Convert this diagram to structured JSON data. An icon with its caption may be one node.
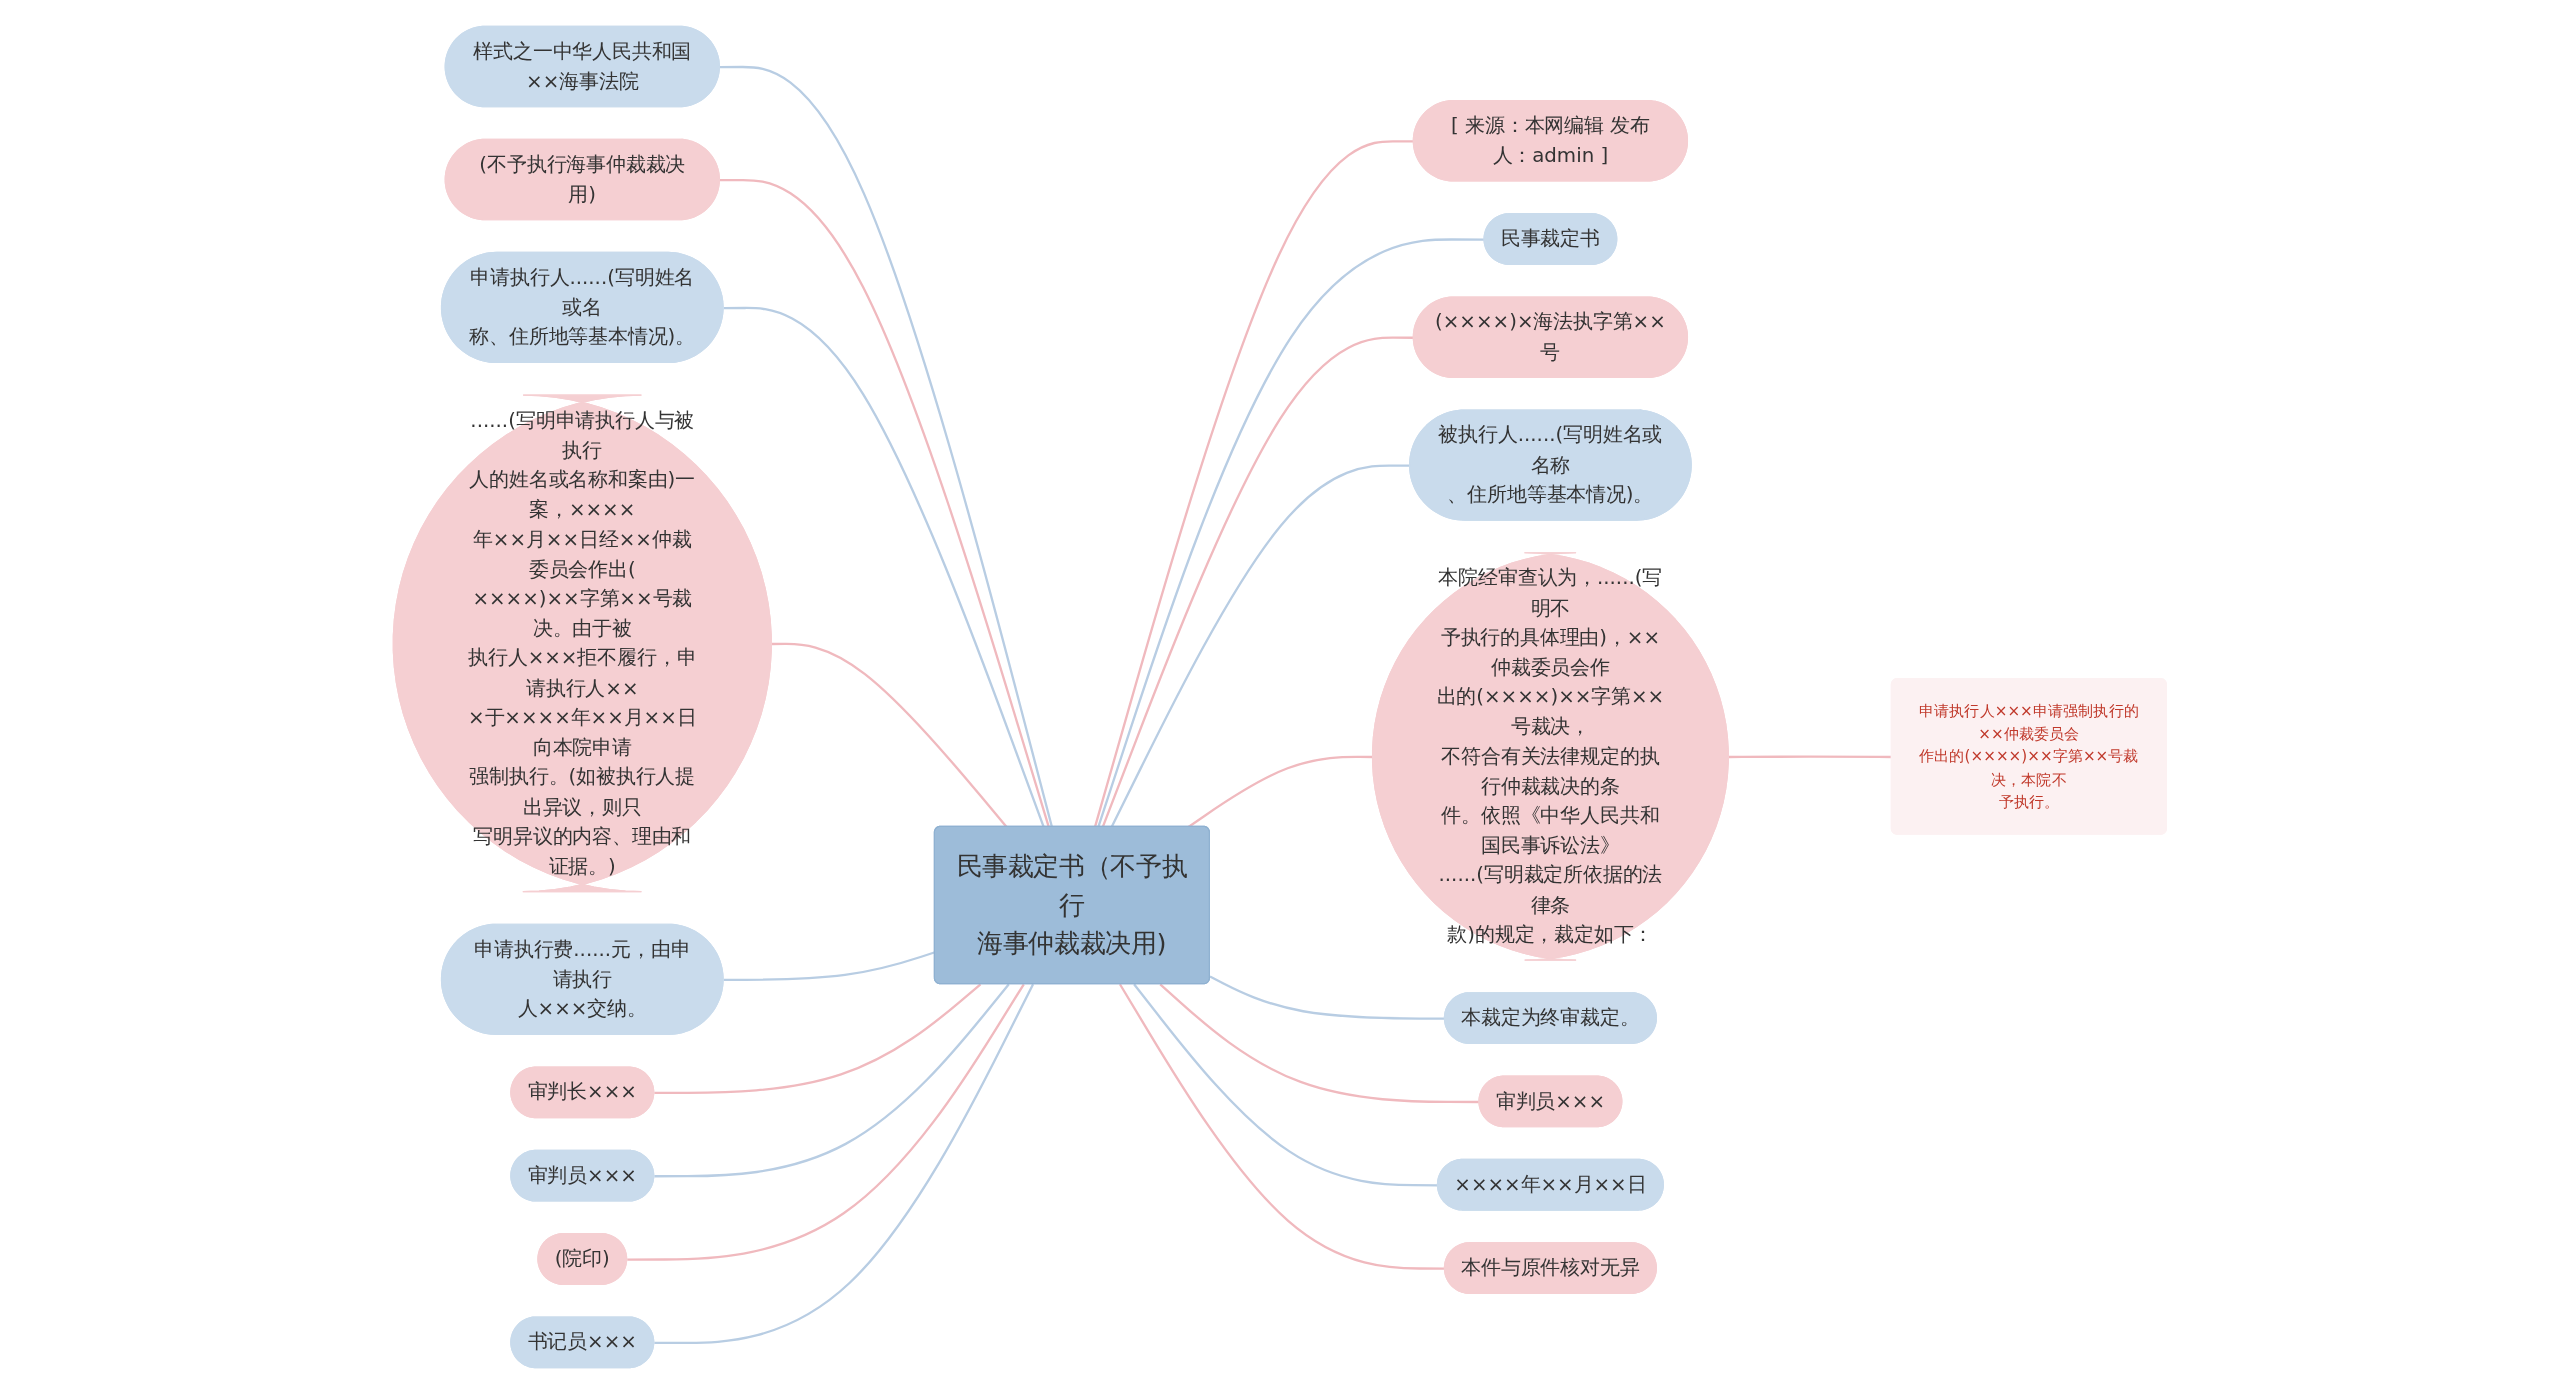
{
  "diagram": {
    "nodes": [
      {
        "text": [
          "民事裁定书（不予执行海事仲裁裁决用)"
        ]
      },
      {
        "text": [
          "样式之一中华人民共和国××海事法院"
        ]
      },
      {
        "text": [
          "(不予执行海事仲裁裁决用)"
        ]
      },
      {
        "text": [
          "申请执行人......(写明姓名或名称、住所地等基本情况)。"
        ]
      },
      {
        "text": [
          "......(写明申请执行人与被执行人的姓名或名称和案由)一案，××××年××月××日经××仲裁委员会作出(××××)××字第××号裁决。由于被执行人×××拒不履行，申请执行人×××于××××年××月××日向本院申请强制执行。(如被执行人提出异议，则只写明异议的内容、理由和证据。)"
        ]
      },
      {
        "text": [
          "申请执行费......元，由申请执行人×××交纳。"
        ]
      },
      {
        "text": [
          "审判长×××"
        ]
      },
      {
        "text": [
          "审判员×××"
        ]
      },
      {
        "text": [
          "(院印)"
        ]
      },
      {
        "text": [
          "书记员×××"
        ]
      },
      {
        "text": [
          "[ 来源：本网编辑 发布人：admin ]"
        ]
      },
      {
        "text": [
          "民事裁定书"
        ]
      },
      {
        "text": [
          "(××××)×海法执字第××号"
        ]
      },
      {
        "text": [
          "被执行人......(写明姓名或名称、住所地等基本情况)。"
        ]
      },
      {
        "text": [
          "本院经审查认为，......(写明不予执行的具体理由)，××仲裁委员会作出的(××××)××字第××号裁决，不符合有关法律规定的执行仲裁裁决的条件。依照《中华人民共和国民事诉讼法》......(写明裁定所依据的法律条款)的规定，裁定如下："
        ]
      },
      {
        "text": [
          "本裁定为终审裁定。"
        ]
      },
      {
        "text": [
          "审判员×××"
        ]
      },
      {
        "text": [
          "××××年××月××日"
        ]
      },
      {
        "text": [
          "本件与原件核对无异"
        ]
      },
      {
        "text": [
          "申请执行人×××申请强制执行的××仲裁委员会作出的(××××)××字第××号裁决，本院不予执行。"
        ]
      }
    ],
    "edges": [
      {
        "from": 1,
        "to": 0,
        "arrow": "none",
        "color": "#b8cde3"
      },
      {
        "from": 2,
        "to": 0,
        "arrow": "none",
        "color": "#f0b9be"
      },
      {
        "from": 3,
        "to": 0,
        "arrow": "none",
        "color": "#b8cde3"
      },
      {
        "from": 4,
        "to": 0,
        "arrow": "none",
        "color": "#f0b9be"
      },
      {
        "from": 5,
        "to": 0,
        "arrow": "none",
        "color": "#b8cde3"
      },
      {
        "from": 6,
        "to": 0,
        "arrow": "none",
        "color": "#f0b9be"
      },
      {
        "from": 7,
        "to": 0,
        "arrow": "none",
        "color": "#b8cde3"
      },
      {
        "from": 8,
        "to": 0,
        "arrow": "none",
        "color": "#f0b9be"
      },
      {
        "from": 9,
        "to": 0,
        "arrow": "none",
        "color": "#b8cde3"
      },
      {
        "from": 0,
        "to": 10,
        "arrow": "none",
        "color": "#f0b9be"
      },
      {
        "from": 0,
        "to": 11,
        "arrow": "none",
        "color": "#b8cde3"
      },
      {
        "from": 0,
        "to": 12,
        "arrow": "none",
        "color": "#f0b9be"
      },
      {
        "from": 0,
        "to": 13,
        "arrow": "none",
        "color": "#b8cde3"
      },
      {
        "from": 0,
        "to": 14,
        "arrow": "none",
        "color": "#f0b9be"
      },
      {
        "from": 0,
        "to": 15,
        "arrow": "none",
        "color": "#b8cde3"
      },
      {
        "from": 0,
        "to": 16,
        "arrow": "none",
        "color": "#f0b9be"
      },
      {
        "from": 0,
        "to": 17,
        "arrow": "none",
        "color": "#b8cde3"
      },
      {
        "from": 0,
        "to": 18,
        "arrow": "none",
        "color": "#f0b9be"
      },
      {
        "from": 14,
        "to": 19,
        "arrow": "none",
        "color": "#f0b9be"
      }
    ]
  }
}
